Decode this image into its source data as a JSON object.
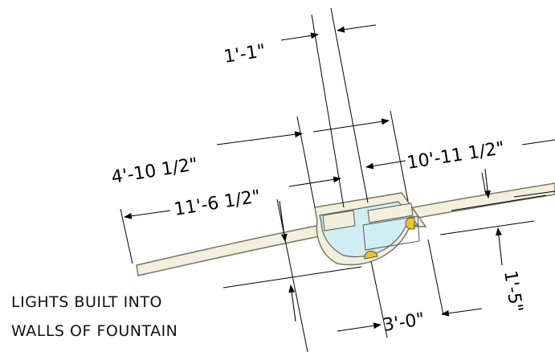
{
  "dimensions": {
    "d1": "1'-1\"",
    "d2": "4'-10 1/2\"",
    "d3": "10'-11 1/2\"",
    "d4": "11'-6 1/2\"",
    "d5": "1'-5\"",
    "d6": "3'-0\""
  },
  "notes": {
    "line1": "LIGHTS BUILT INTO",
    "line2": "WALLS OF FOUNTAIN"
  },
  "colors": {
    "line": "#000000",
    "wall_fill": "#f3efdc",
    "wall_stroke": "#777766",
    "water_fill": "#cfeef3",
    "light_fill": "#f0c419"
  },
  "icons": [
    "light-fixture-icon"
  ]
}
